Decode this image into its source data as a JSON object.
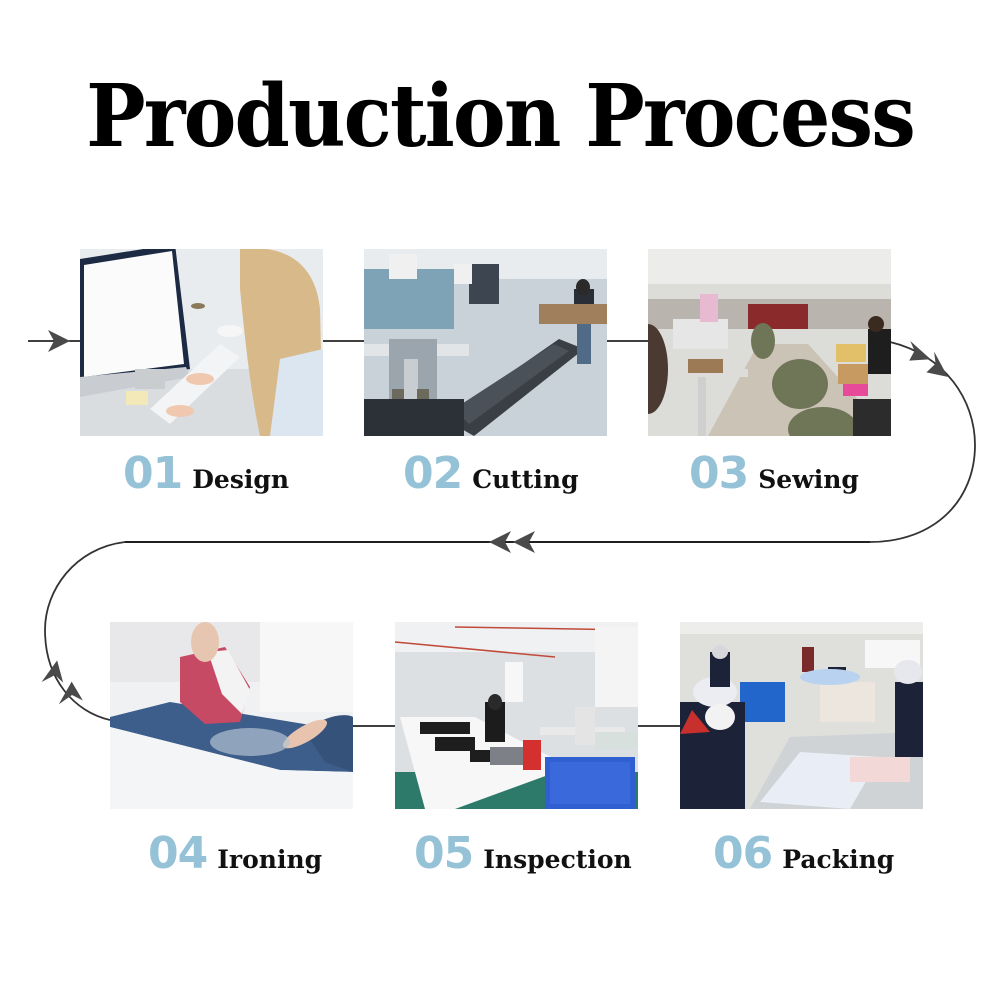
{
  "title": "Production Process",
  "colors": {
    "number": "#95c2d6",
    "label": "#111111",
    "line": "#000000",
    "arrow": "#4a4a4a"
  },
  "steps": [
    {
      "number": "01",
      "name": "Design",
      "photo": "person typing on desktop computer with blank white monitor"
    },
    {
      "number": "02",
      "name": "Cutting",
      "photo": "automated fabric cutting machine table with worker"
    },
    {
      "number": "03",
      "name": "Sewing",
      "photo": "sewing workshop with workers at sewing machines and fabric bags"
    },
    {
      "number": "04",
      "name": "Ironing",
      "photo": "steam iron pressing a blue garment"
    },
    {
      "number": "05",
      "name": "Inspection",
      "photo": "workers inspecting garments on long white tables"
    },
    {
      "number": "06",
      "name": "Packing",
      "photo": "workers in hairnets and masks packing items into plastic bags"
    }
  ],
  "flow": {
    "direction": "01 → 02 → 03 → (loop right) → 04 ← 05 ← 06 read right-to-left on return line, then loop left into 04",
    "arrow_icons": [
      "entry-arrow",
      "right-loop-double-arrow",
      "return-double-arrow",
      "left-loop-double-arrow"
    ]
  }
}
